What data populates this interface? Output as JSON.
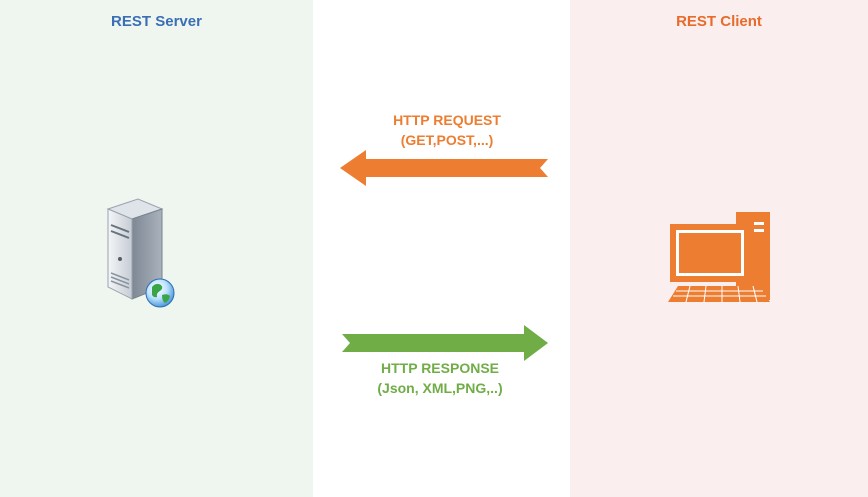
{
  "server": {
    "title": "REST Server",
    "icon": "server-globe-icon"
  },
  "client": {
    "title": "REST Client",
    "icon": "desktop-computer-icon"
  },
  "request": {
    "line1": "HTTP REQUEST",
    "line2": "(GET,POST,...)",
    "direction": "client-to-server",
    "color": "#ed7d31"
  },
  "response": {
    "line1": "HTTP RESPONSE",
    "line2": "(Json, XML,PNG,..)",
    "direction": "server-to-client",
    "color": "#70ad47"
  }
}
